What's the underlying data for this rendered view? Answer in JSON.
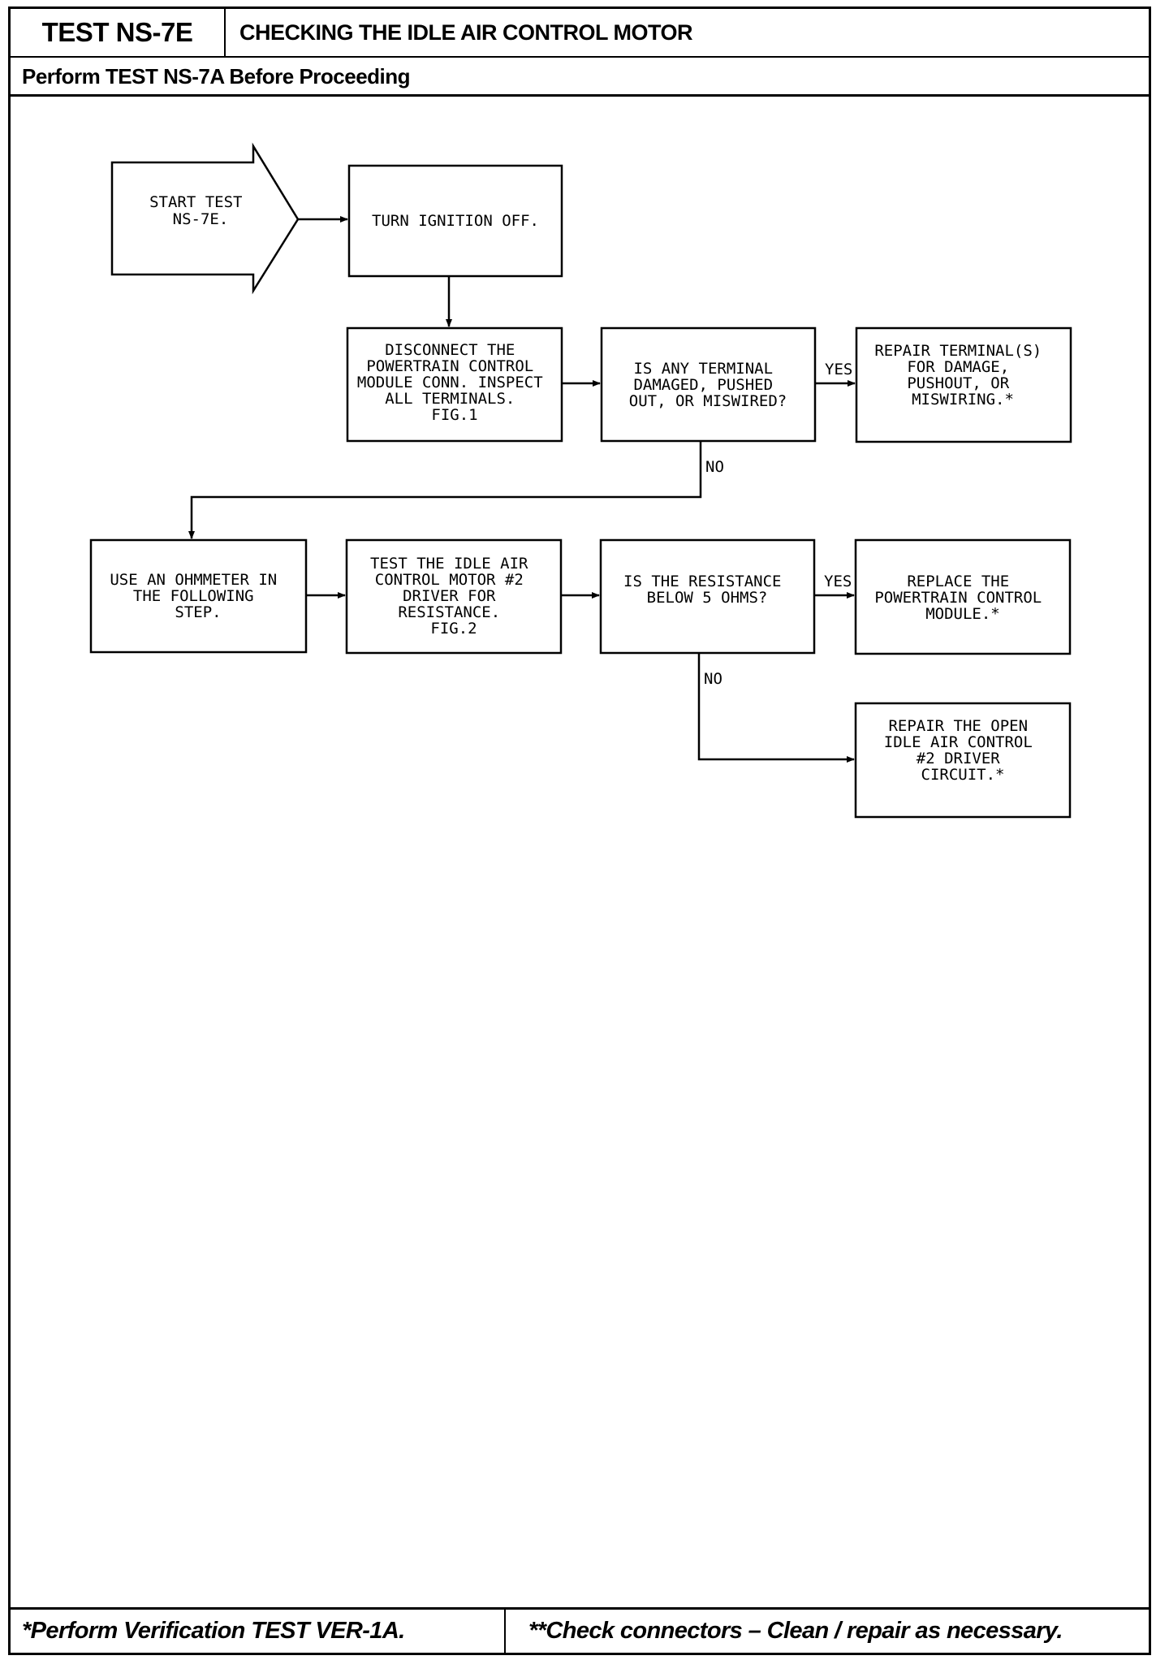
{
  "header": {
    "test_id": "TEST NS-7E",
    "title": "CHECKING THE IDLE AIR CONTROL MOTOR",
    "prerequisite": "Perform TEST NS-7A Before Proceeding"
  },
  "flowchart": {
    "start": [
      "START TEST",
      "NS-7E."
    ],
    "step1": [
      "TURN IGNITION OFF."
    ],
    "step2": [
      "DISCONNECT THE",
      "POWERTRAIN CONTROL",
      "MODULE CONN. INSPECT",
      "ALL TERMINALS.",
      "FIG.1"
    ],
    "decision1": [
      "IS ANY TERMINAL",
      "DAMAGED, PUSHED",
      "OUT, OR MISWIRED?"
    ],
    "result1": [
      "REPAIR TERMINAL(S)",
      "FOR DAMAGE,",
      "PUSHOUT, OR",
      "MISWIRING.*"
    ],
    "step3": [
      "USE AN OHMMETER IN",
      "THE FOLLOWING",
      "STEP."
    ],
    "step4": [
      "TEST THE IDLE AIR",
      "CONTROL MOTOR #2",
      "DRIVER FOR",
      "RESISTANCE.",
      "FIG.2"
    ],
    "decision2": [
      "IS THE RESISTANCE",
      "BELOW 5 OHMS?"
    ],
    "result2": [
      "REPLACE THE",
      "POWERTRAIN CONTROL",
      "MODULE.*"
    ],
    "result3": [
      "REPAIR THE OPEN",
      "IDLE AIR CONTROL",
      "#2 DRIVER",
      "CIRCUIT.*"
    ],
    "labels": {
      "yes": "YES",
      "no": "NO"
    }
  },
  "footer": {
    "note1": "*Perform Verification TEST VER-1A.",
    "note2": "**Check connectors – Clean / repair as necessary."
  }
}
